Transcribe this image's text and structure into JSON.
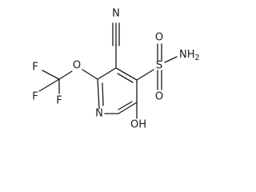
{
  "molecule": {
    "atoms": {
      "nitrile_n": "N",
      "sulfonyl_s": "S",
      "sulfonyl_o_top": "O",
      "sulfonyl_o_bottom": "O",
      "amine": "NH",
      "amine_sub": "2",
      "ether_o": "O",
      "fluorine_top": "F",
      "fluorine_left": "F",
      "fluorine_bottom": "F",
      "ring_n": "N",
      "hydroxyl": "OH"
    },
    "colors": {
      "bond": "#1a1a1a",
      "label": "#1a1a1a",
      "background": "#ffffff"
    }
  }
}
